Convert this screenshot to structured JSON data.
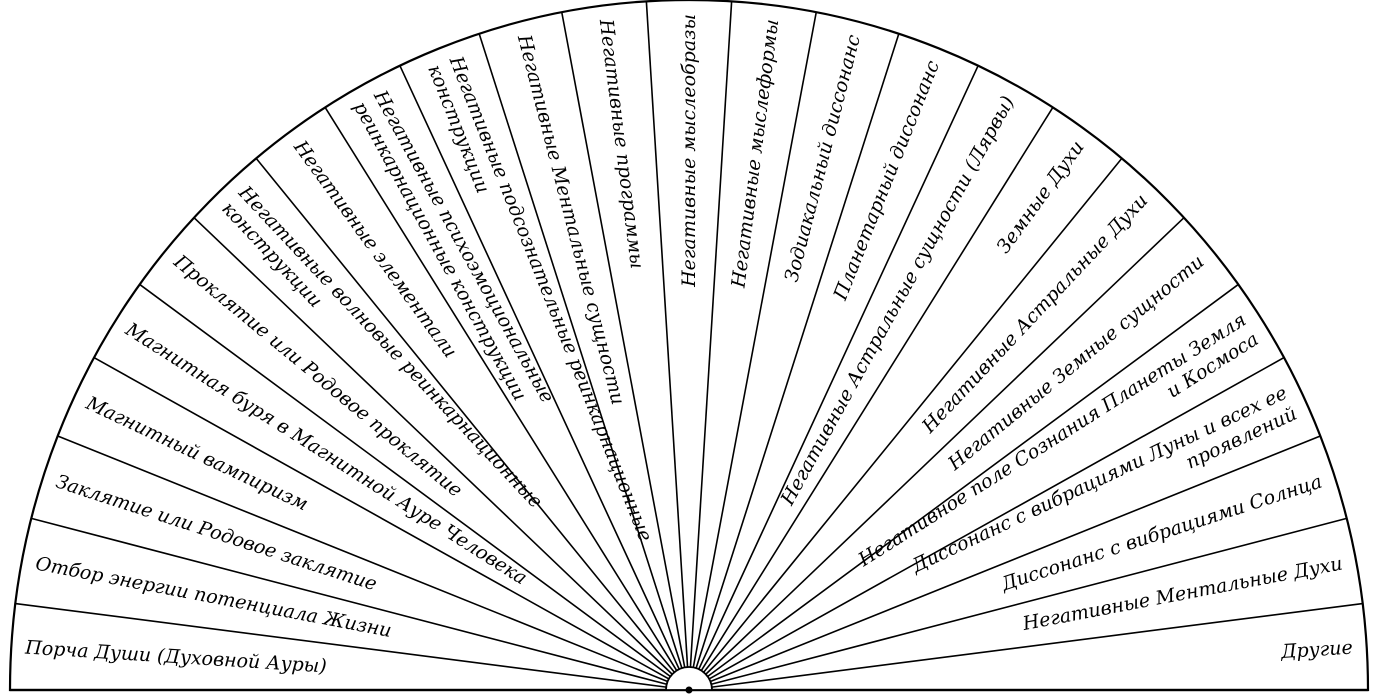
{
  "diagram": {
    "segments": [
      {
        "lines": [
          "Порча Души (Духовной Ауры)"
        ]
      },
      {
        "lines": [
          "Отбор энергии потенциала Жизни"
        ]
      },
      {
        "lines": [
          "Заклятие или Родовое заклятие"
        ]
      },
      {
        "lines": [
          "Магнитный вампиризм"
        ]
      },
      {
        "lines": [
          "Магнитная буря в Магнитной Ауре Человека"
        ]
      },
      {
        "lines": [
          "Проклятие или Родовое проклятие"
        ]
      },
      {
        "lines": [
          "Негативные волновые реинкарнационные",
          "конструкции"
        ]
      },
      {
        "lines": [
          "Негативные элементали"
        ]
      },
      {
        "lines": [
          "Негативные психоэмоциональные",
          "реинкарнационные конструкции"
        ]
      },
      {
        "lines": [
          "Негативные подсознательные реинкарнационные",
          "конструкции"
        ]
      },
      {
        "lines": [
          "Негативные Ментальные сущности"
        ]
      },
      {
        "lines": [
          "Негативные программы"
        ]
      },
      {
        "lines": [
          "Негативные мыслеобразы"
        ]
      },
      {
        "lines": [
          "Негативные мыслеформы"
        ]
      },
      {
        "lines": [
          "Зодиакальный диссонанс"
        ]
      },
      {
        "lines": [
          "Планетарный диссонанс"
        ]
      },
      {
        "lines": [
          "Негативные Астральные сущности (Лярвы)"
        ]
      },
      {
        "lines": [
          "Земные Духи"
        ]
      },
      {
        "lines": [
          "Негативные Астральные Духи"
        ]
      },
      {
        "lines": [
          "Негативные Земные сущности"
        ]
      },
      {
        "lines": [
          "Негативное поле Сознания Планеты Земля",
          "и Космоса"
        ]
      },
      {
        "lines": [
          "Диссонанс с вибрациями Луны и всех ее",
          "проявлений"
        ]
      },
      {
        "lines": [
          "Диссонанс с вибрациями Солнца"
        ]
      },
      {
        "lines": [
          "Негативные Ментальные Духи"
        ]
      },
      {
        "lines": [
          "Другие"
        ]
      }
    ]
  }
}
